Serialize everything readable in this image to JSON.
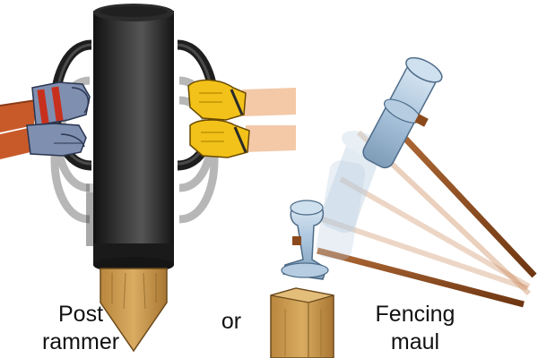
{
  "captions": {
    "post_rammer_line1": "Post",
    "post_rammer_line2": "rammer",
    "or": "or",
    "fencing_maul_line1": "Fencing",
    "fencing_maul_line2": "maul"
  },
  "icons": {
    "rammer": "post-rammer-icon",
    "maul": "fencing-maul-icon",
    "post": "wooden-post-icon",
    "gloves": "gloved-hands-icon"
  },
  "colors": {
    "rammer_body": "#2a2a2a",
    "glove_left": "#7f8fb0",
    "glove_right": "#f2c21a",
    "wood": "#c89a52",
    "maul_head": "#a9c4dc",
    "maul_handle": "#8a4a1c",
    "sleeve": "#c85a2a",
    "skin": "#f3c9a8"
  }
}
